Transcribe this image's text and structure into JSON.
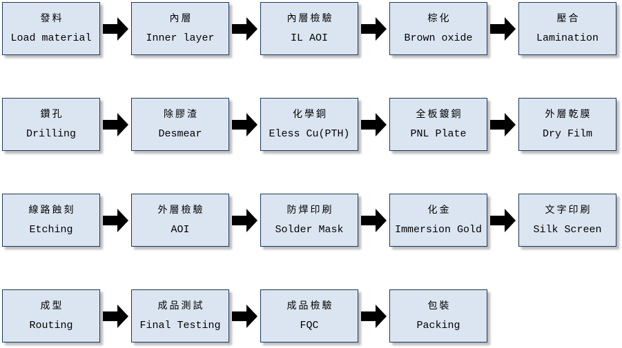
{
  "flowchart": {
    "title": "PCB manufacturing process flow",
    "arrow_icon": "right-block-arrow",
    "colors": {
      "background": "#ffffff",
      "box_fill": "#dbe5f1",
      "box_border": "#17365d",
      "box_shadow": "#bcbcbc",
      "arrow": "#000000",
      "text": "#000000"
    },
    "rows": [
      {
        "steps": [
          {
            "zh": "發料",
            "en": "Load material"
          },
          {
            "zh": "內層",
            "en": "Inner layer"
          },
          {
            "zh": "內層檢驗",
            "en": "IL AOI"
          },
          {
            "zh": "棕化",
            "en": "Brown oxide"
          },
          {
            "zh": "壓合",
            "en": "Lamination"
          }
        ]
      },
      {
        "steps": [
          {
            "zh": "鑽孔",
            "en": "Drilling"
          },
          {
            "zh": "除膠渣",
            "en": "Desmear"
          },
          {
            "zh": "化學銅",
            "en": "Eless Cu(PTH)"
          },
          {
            "zh": "全板鍍銅",
            "en": "PNL Plate"
          },
          {
            "zh": "外層乾膜",
            "en": "Dry Film"
          }
        ]
      },
      {
        "steps": [
          {
            "zh": "線路蝕刻",
            "en": "Etching"
          },
          {
            "zh": "外層檢驗",
            "en": "AOI"
          },
          {
            "zh": "防焊印刷",
            "en": "Solder Mask"
          },
          {
            "zh": "化金",
            "en": "Immersion Gold"
          },
          {
            "zh": "文字印刷",
            "en": "Silk Screen"
          }
        ]
      },
      {
        "steps": [
          {
            "zh": "成型",
            "en": "Routing"
          },
          {
            "zh": "成品測試",
            "en": "Final Testing"
          },
          {
            "zh": "成品檢驗",
            "en": "FQC"
          },
          {
            "zh": "包裝",
            "en": "Packing"
          }
        ]
      }
    ]
  }
}
